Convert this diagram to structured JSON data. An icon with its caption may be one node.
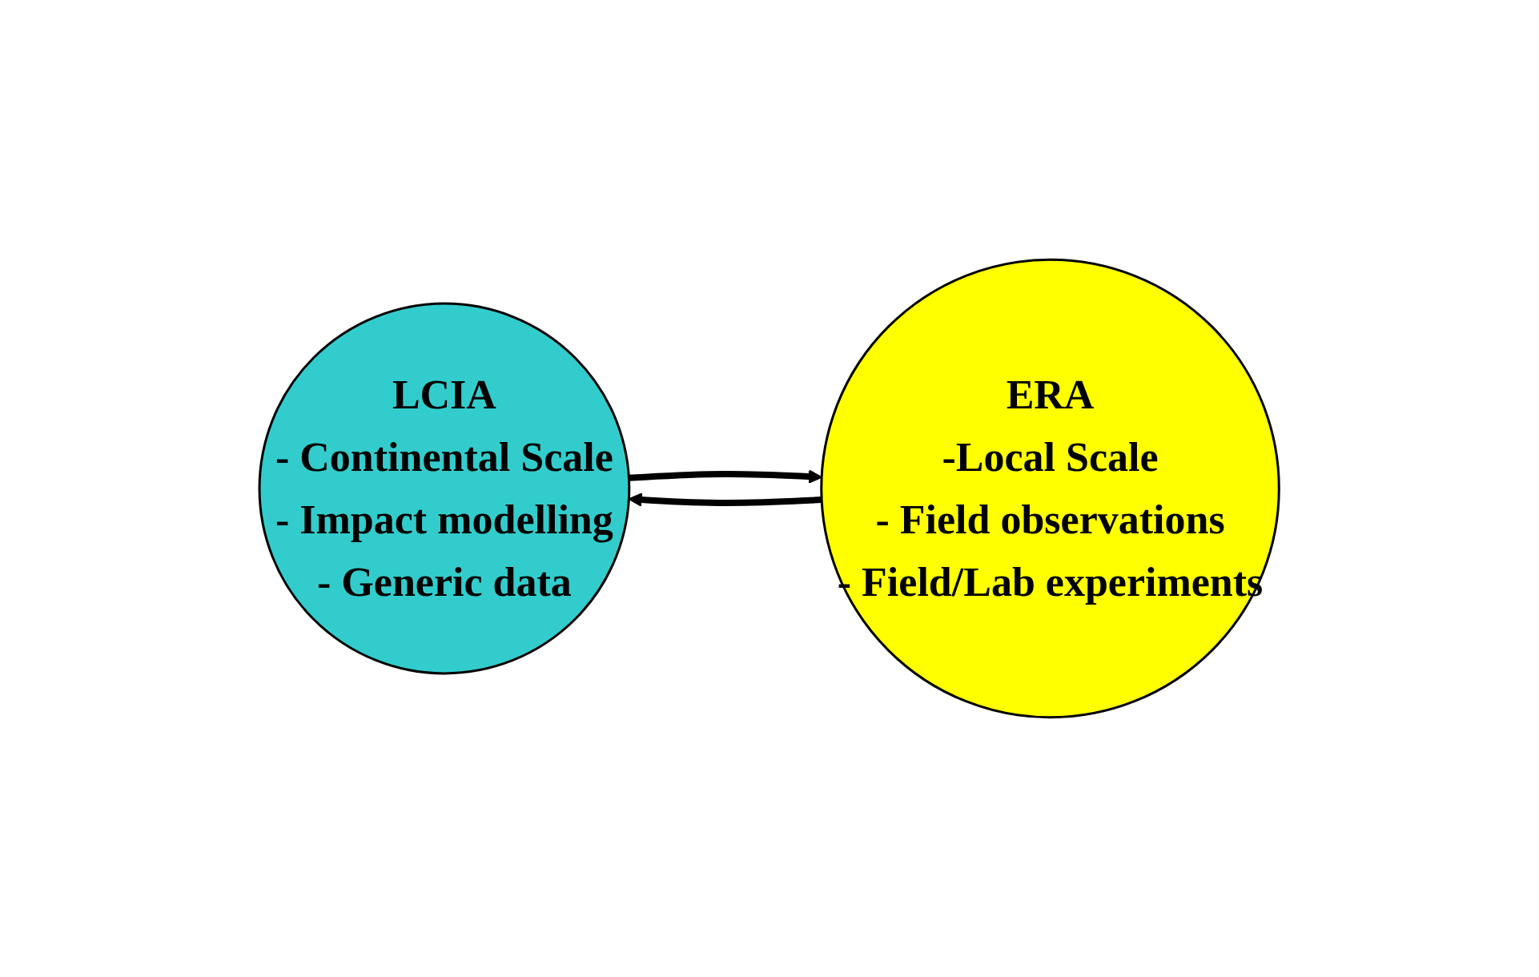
{
  "diagram": {
    "nodes": [
      {
        "text": [
          "LCIA",
          "- Continental Scale",
          "- Impact modelling",
          "- Generic data"
        ]
      },
      {
        "text": [
          "ERA",
          "-Local Scale",
          "- Field observations",
          "- Field/Lab experiments"
        ]
      }
    ],
    "edges": [
      {
        "from": 0,
        "to": 1,
        "arrow": "to"
      },
      {
        "from": 1,
        "to": 0,
        "arrow": "to"
      }
    ]
  }
}
